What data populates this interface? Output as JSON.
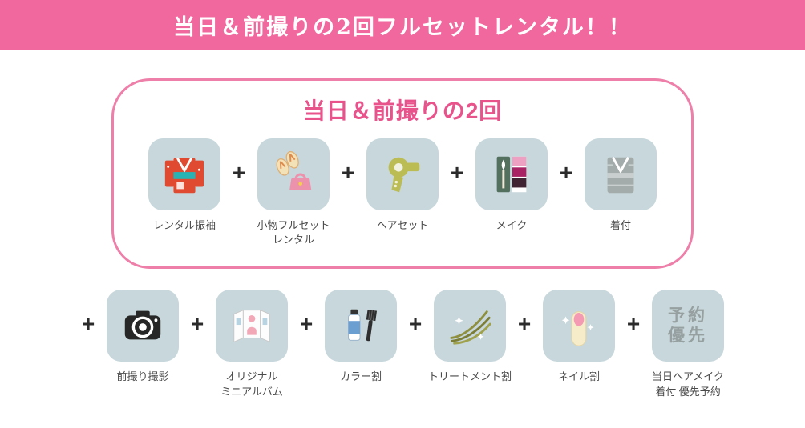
{
  "colors": {
    "banner_bg": "#f0689d",
    "box_border": "#ee7fa9",
    "title_pink": "#e9538c",
    "tile_bg": "#c7d7db",
    "plus_color": "#2b2b2b",
    "label_color": "#4a4a4a"
  },
  "banner": {
    "title": "当日＆前撮りの2回フルセットレンタル！！"
  },
  "plus": "+",
  "set_box": {
    "title": "当日＆前撮りの2回",
    "items": [
      {
        "label": "レンタル振袖",
        "icon": "furisode-kimono-icon"
      },
      {
        "label": "小物フルセット\nレンタル",
        "icon": "accessories-set-icon"
      },
      {
        "label": "ヘアセット",
        "icon": "hair-dryer-icon"
      },
      {
        "label": "メイク",
        "icon": "makeup-palette-icon"
      },
      {
        "label": "着付",
        "icon": "kimono-dressing-icon"
      }
    ]
  },
  "extras": {
    "items": [
      {
        "label": "前撮り撮影",
        "icon": "camera-icon"
      },
      {
        "label": "オリジナル\nミニアルバム",
        "icon": "mini-album-icon"
      },
      {
        "label": "カラー割",
        "icon": "hair-color-icon"
      },
      {
        "label": "トリートメント割",
        "icon": "treatment-icon"
      },
      {
        "label": "ネイル割",
        "icon": "nail-icon"
      },
      {
        "label": "当日ヘアメイク\n着付 優先予約",
        "icon": "priority-reservation-icon",
        "tile_text": "予約\n優先"
      }
    ]
  }
}
